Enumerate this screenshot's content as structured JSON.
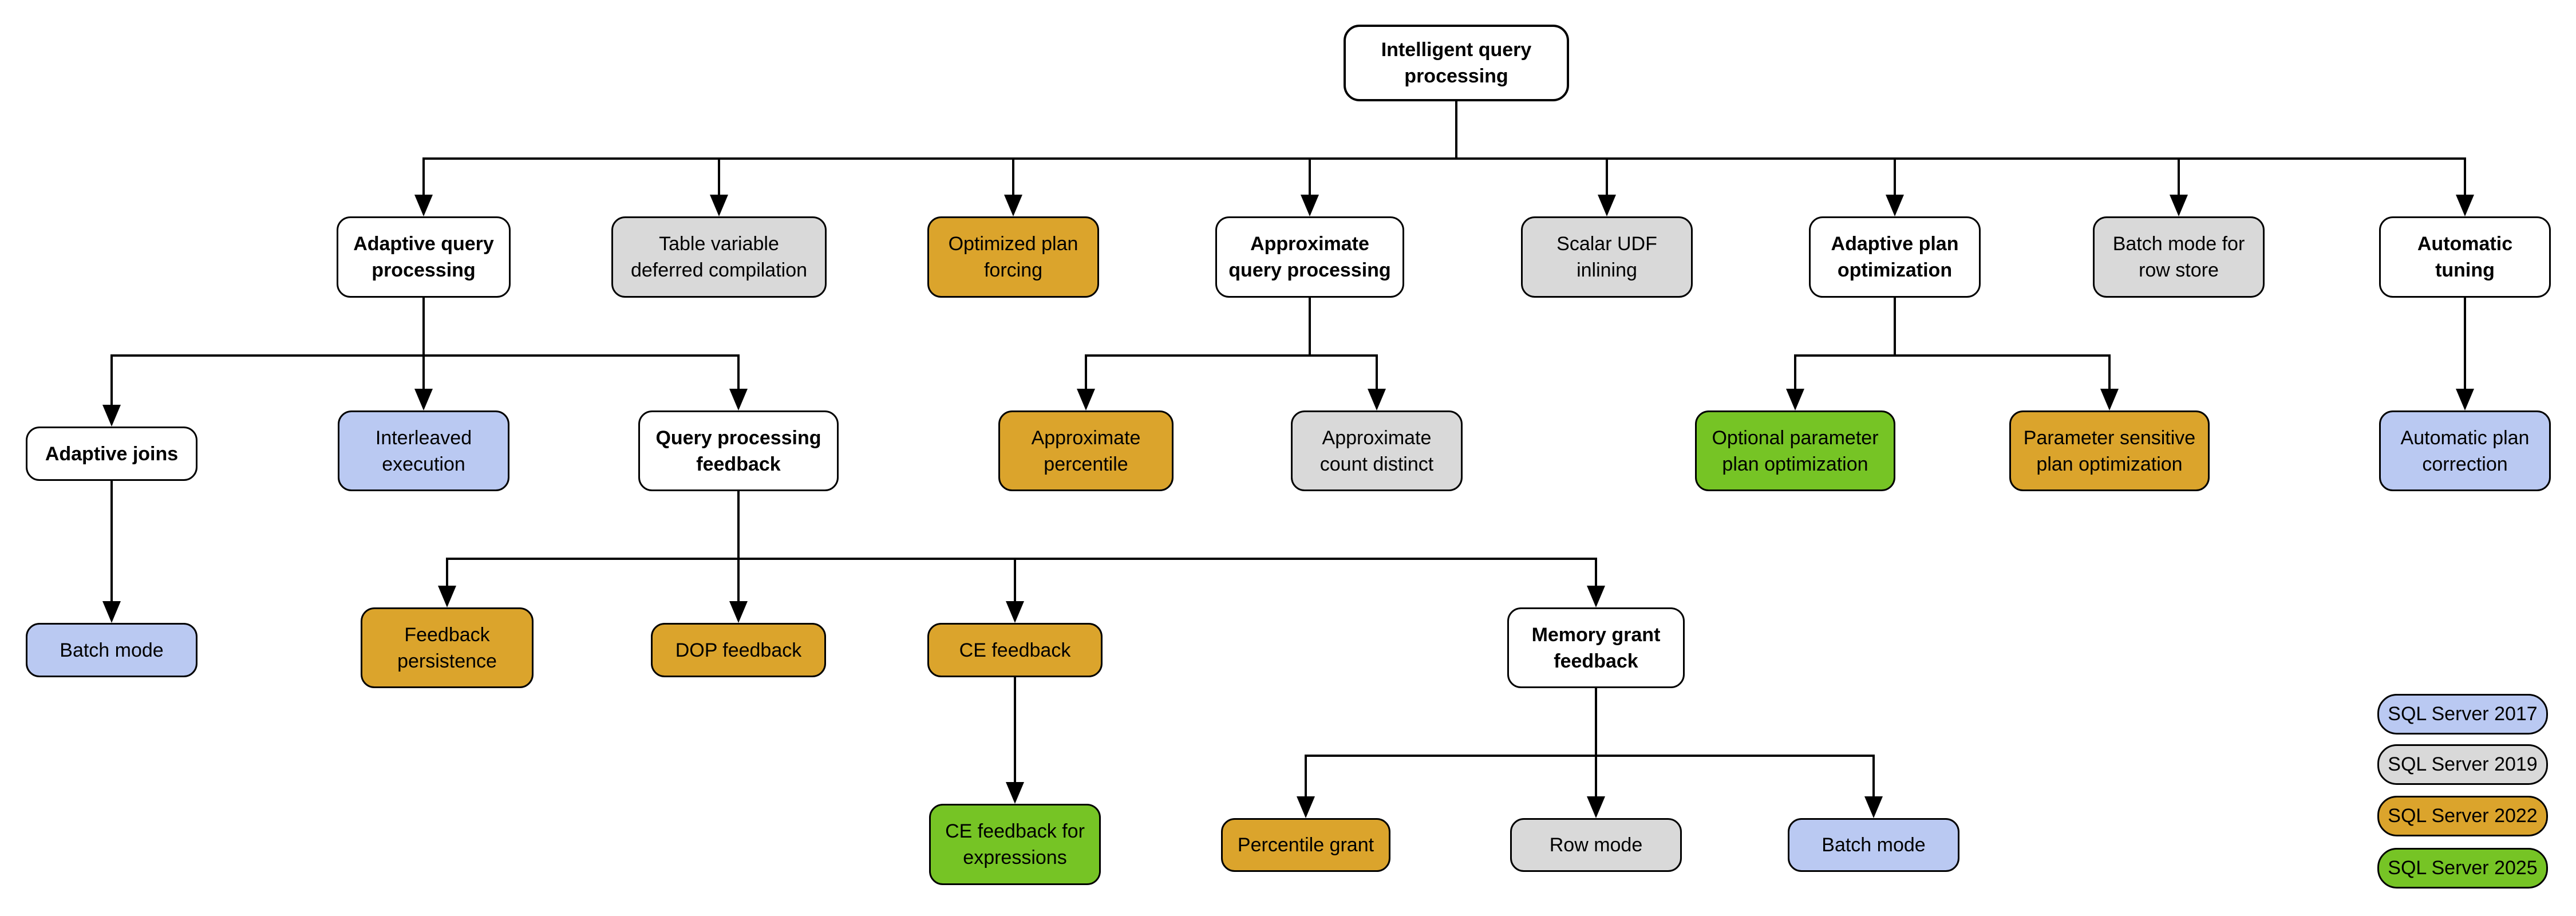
{
  "palette": {
    "outline": "#000000",
    "category": "#ffffff",
    "sql2017": "#bac9f2",
    "sql2019": "#d9d9d9",
    "sql2022": "#dba42c",
    "sql2025": "#76c425"
  },
  "nodes": {
    "root": {
      "label": "Intelligent query\nprocessing",
      "version": null
    },
    "adaptive_query_processing": {
      "label": "Adaptive query\nprocessing",
      "version": null
    },
    "table_variable_deferred_compilation": {
      "label": "Table variable\ndeferred compilation",
      "version": "SQL Server 2019"
    },
    "optimized_plan_forcing": {
      "label": "Optimized plan\nforcing",
      "version": "SQL Server 2022"
    },
    "approximate_query_processing": {
      "label": "Approximate\nquery processing",
      "version": null
    },
    "scalar_udf_inlining": {
      "label": "Scalar UDF\ninlining",
      "version": "SQL Server 2019"
    },
    "adaptive_plan_optimization": {
      "label": "Adaptive plan\noptimization",
      "version": null
    },
    "batch_mode_for_row_store": {
      "label": "Batch mode for\nrow store",
      "version": "SQL Server 2019"
    },
    "automatic_tuning": {
      "label": "Automatic\ntuning",
      "version": null
    },
    "adaptive_joins": {
      "label": "Adaptive joins",
      "version": null
    },
    "interleaved_execution": {
      "label": "Interleaved\nexecution",
      "version": "SQL Server 2017"
    },
    "query_processing_feedback": {
      "label": "Query processing\nfeedback",
      "version": null
    },
    "approximate_percentile": {
      "label": "Approximate\npercentile",
      "version": "SQL Server 2022"
    },
    "approximate_count_distinct": {
      "label": "Approximate\ncount distinct",
      "version": "SQL Server 2019"
    },
    "optional_parameter_plan_optimization": {
      "label": "Optional parameter\nplan optimization",
      "version": "SQL Server 2025"
    },
    "parameter_sensitive_plan_optimization": {
      "label": "Parameter sensitive\nplan optimization",
      "version": "SQL Server 2022"
    },
    "automatic_plan_correction": {
      "label": "Automatic plan\ncorrection",
      "version": "SQL Server 2017"
    },
    "batch_mode_adaptive_joins": {
      "label": "Batch mode",
      "version": "SQL Server 2017"
    },
    "feedback_persistence": {
      "label": "Feedback\npersistence",
      "version": "SQL Server 2022"
    },
    "dop_feedback": {
      "label": "DOP feedback",
      "version": "SQL Server 2022"
    },
    "ce_feedback": {
      "label": "CE feedback",
      "version": "SQL Server 2022"
    },
    "memory_grant_feedback": {
      "label": "Memory grant\nfeedback",
      "version": null
    },
    "ce_feedback_for_expressions": {
      "label": "CE feedback for\nexpressions",
      "version": "SQL Server 2025"
    },
    "percentile_grant": {
      "label": "Percentile grant",
      "version": "SQL Server 2022"
    },
    "row_mode": {
      "label": "Row mode",
      "version": "SQL Server 2019"
    },
    "batch_mode_memory_grant": {
      "label": "Batch mode",
      "version": "SQL Server 2017"
    }
  },
  "legend": {
    "items": [
      {
        "label": "SQL Server 2017",
        "color": "#bac9f2"
      },
      {
        "label": "SQL Server 2019",
        "color": "#d9d9d9"
      },
      {
        "label": "SQL Server 2022",
        "color": "#dba42c"
      },
      {
        "label": "SQL Server 2025",
        "color": "#76c425"
      }
    ]
  }
}
